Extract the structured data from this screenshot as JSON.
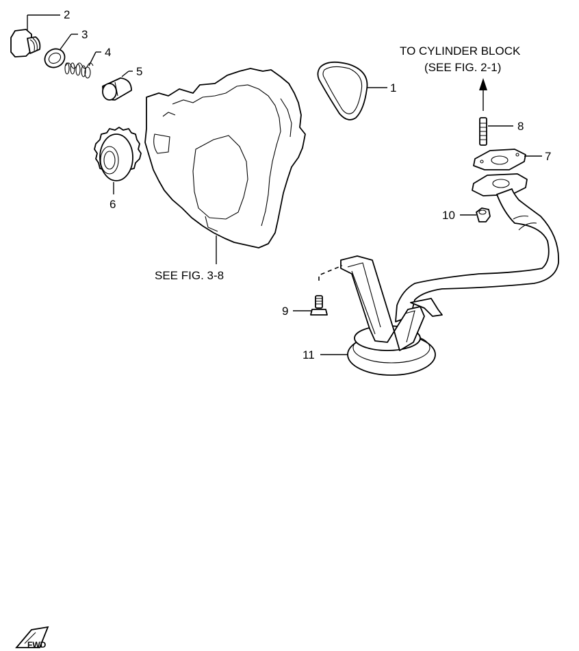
{
  "notes": {
    "to_block_line1": "TO CYLINDER BLOCK",
    "to_block_line2": "(SEE FIG. 2-1)",
    "see_fig": "SEE FIG. 3-8",
    "corner_logo": "FWD"
  },
  "callouts": {
    "p1": "1",
    "p2": "2",
    "p3": "3",
    "p4": "4",
    "p5": "5",
    "p6": "6",
    "p7": "7",
    "p8": "8",
    "p9": "9",
    "p10": "10",
    "p11": "11"
  },
  "colors": {
    "ink": "#000000",
    "paper": "#ffffff"
  }
}
